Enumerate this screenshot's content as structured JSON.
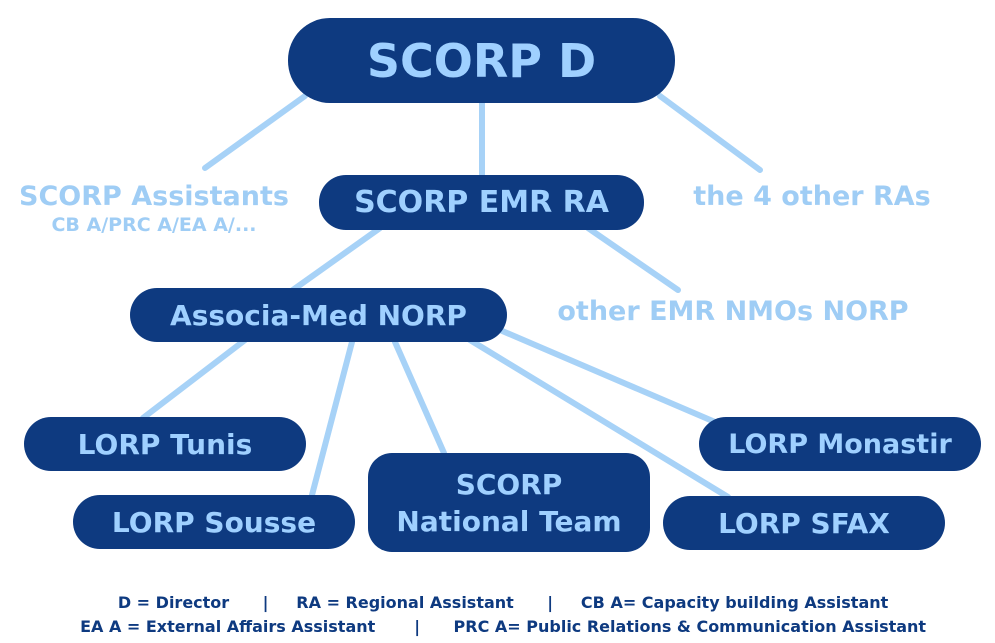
{
  "nodes": {
    "root": "SCORP D",
    "emr_ra": "SCORP EMR RA",
    "associa_med": "Associa-Med NORP",
    "lorp_tunis": "LORP Tunis",
    "lorp_sousse": "LORP Sousse",
    "national_team_line1": "SCORP",
    "national_team_line2": "National Team",
    "lorp_sfax": "LORP SFAX",
    "lorp_monastir": "LORP Monastir"
  },
  "labels": {
    "assistants_line1": "SCORP Assistants",
    "assistants_line2": "CB A/PRC A/EA A/...",
    "other_ras": "the 4 other RAs",
    "other_nmos": "other EMR NMOs NORP"
  },
  "legend": {
    "line1": "D = Director      |     RA = Regional Assistant      |     CB A= Capacity building Assistant",
    "line2": "EA A = External Affairs Assistant       |      PRC A= Public Relations & Communication Assistant"
  },
  "colors": {
    "node_fill": "#0e3a80",
    "node_text": "#9fd0ff",
    "connector": "#a7d2f7",
    "legend_text": "#0e3a80"
  }
}
